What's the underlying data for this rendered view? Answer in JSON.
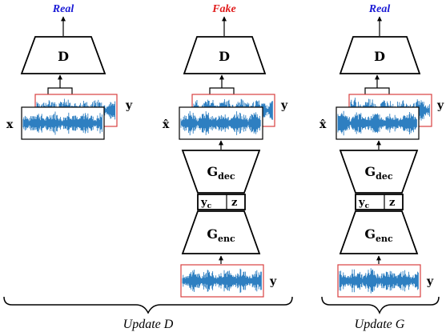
{
  "colors": {
    "real": "#1a1ad6",
    "fake": "#e01a1a",
    "wave": "#2e7fc1",
    "frame_red": "#d84040",
    "ink": "#000000"
  },
  "columns": [
    {
      "id": "col1",
      "top_label": "Real",
      "top_label_color": "real",
      "block_top": "D",
      "front_label": "x",
      "back_label": "y",
      "has_generator": false
    },
    {
      "id": "col2",
      "top_label": "Fake",
      "top_label_color": "fake",
      "block_top": "D",
      "front_label": "x̂",
      "back_label": "y",
      "has_generator": true,
      "decoder": {
        "main": "G",
        "sub": "dec"
      },
      "latent": {
        "left_main": "y",
        "left_sub": "c",
        "right": "z"
      },
      "encoder": {
        "main": "G",
        "sub": "enc"
      },
      "input_label": "y"
    },
    {
      "id": "col3",
      "top_label": "Real",
      "top_label_color": "real",
      "block_top": "D",
      "front_label": "x̂",
      "back_label": "y",
      "has_generator": true,
      "decoder": {
        "main": "G",
        "sub": "dec"
      },
      "latent": {
        "left_main": "y",
        "left_sub": "c",
        "right": "z"
      },
      "encoder": {
        "main": "G",
        "sub": "enc"
      },
      "input_label": "y"
    }
  ],
  "captions": {
    "update_d": "Update D",
    "update_g": "Update G"
  }
}
